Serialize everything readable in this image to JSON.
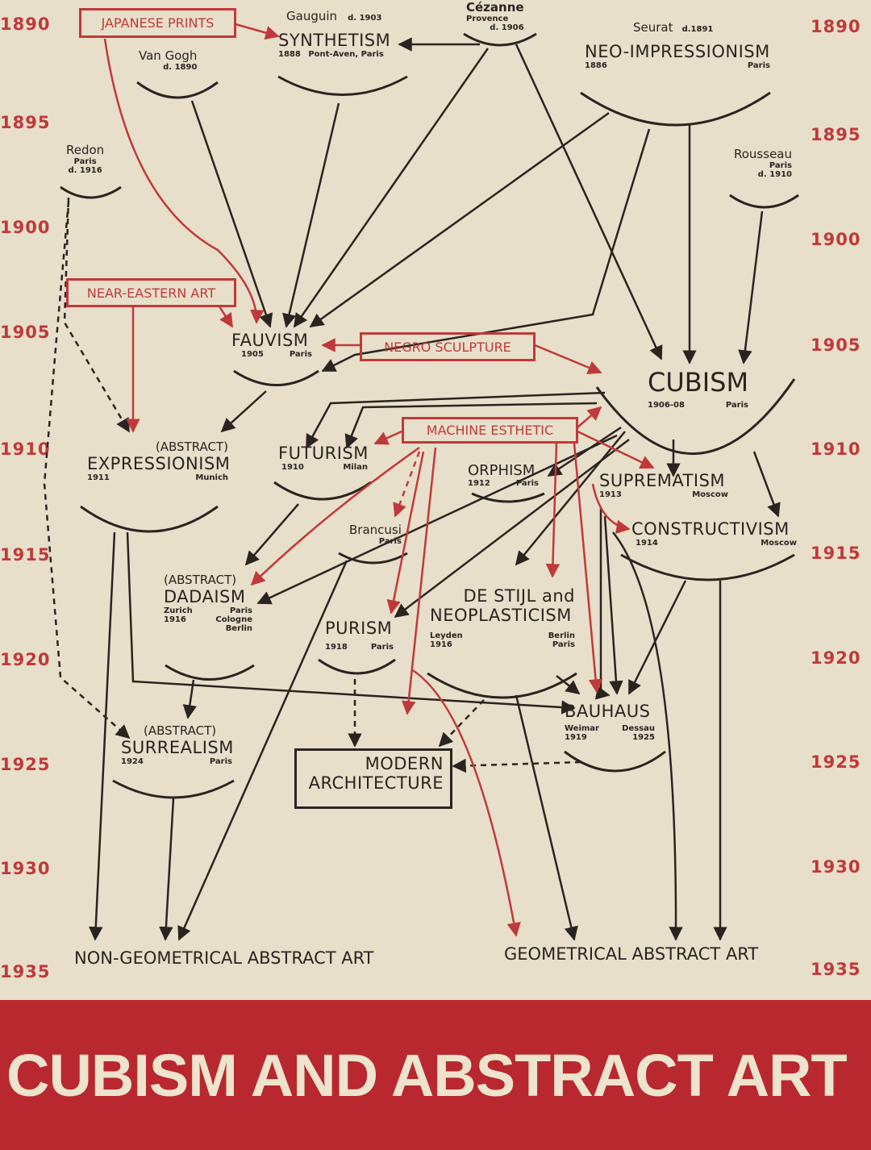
{
  "years_left": [
    "1890",
    "1895",
    "1900",
    "1905",
    "1910",
    "1915",
    "1920",
    "1925",
    "1930",
    "1935"
  ],
  "years_right": [
    "1890",
    "1895",
    "1900",
    "1905",
    "1910",
    "1915",
    "1920",
    "1925",
    "1930",
    "1935"
  ],
  "sources": {
    "japanese_prints": "JAPANESE PRINTS",
    "near_eastern_art": "NEAR-EASTERN ART",
    "negro_sculpture": "NEGRO SCULPTURE",
    "machine_esthetic": "MACHINE ESTHETIC"
  },
  "artists": {
    "van_gogh": {
      "name": "Van Gogh",
      "note": "d. 1890"
    },
    "gauguin": {
      "name": "Gauguin",
      "note": "d. 1903"
    },
    "cezanne": {
      "name": "Cézanne",
      "place": "Provence",
      "note": "d. 1906"
    },
    "seurat": {
      "name": "Seurat",
      "note": "d.1891"
    },
    "redon": {
      "name": "Redon",
      "place": "Paris",
      "note": "d. 1916"
    },
    "rousseau": {
      "name": "Rousseau",
      "place": "Paris",
      "note": "d. 1910"
    },
    "brancusi": {
      "name": "Brancusi",
      "place": "Paris"
    }
  },
  "movements": {
    "synthetism": {
      "name": "SYNTHETISM",
      "year": "1888",
      "place": "Pont-Aven, Paris"
    },
    "neo_impressionism": {
      "name": "NEO-IMPRESSIONISM",
      "year": "1886",
      "place": "Paris"
    },
    "fauvism": {
      "name": "FAUVISM",
      "year": "1905",
      "place": "Paris"
    },
    "cubism": {
      "name": "CUBISM",
      "year": "1906-08",
      "place": "Paris"
    },
    "expressionism": {
      "prefix": "(ABSTRACT)",
      "name": "EXPRESSIONISM",
      "year": "1911",
      "place": "Munich"
    },
    "futurism": {
      "name": "FUTURISM",
      "year": "1910",
      "place": "Milan"
    },
    "orphism": {
      "name": "ORPHISM",
      "year": "1912",
      "place": "Paris"
    },
    "suprematism": {
      "name": "SUPREMATISM",
      "year": "1913",
      "place": "Moscow"
    },
    "constructivism": {
      "name": "CONSTRUCTIVISM",
      "year": "1914",
      "place": "Moscow"
    },
    "dadaism": {
      "prefix": "(ABSTRACT)",
      "name": "DADAISM",
      "place1": "Zurich",
      "place2": "Paris",
      "year": "1916",
      "place3": "Cologne",
      "place4": "Berlin"
    },
    "purism": {
      "name": "PURISM",
      "year": "1918",
      "place": "Paris"
    },
    "de_stijl": {
      "name1": "DE STIJL and",
      "name2": "NEOPLASTICISM",
      "place1": "Leyden",
      "year": "1916",
      "place2": "Berlin",
      "place3": "Paris"
    },
    "bauhaus": {
      "name": "BAUHAUS",
      "place1": "Weimar",
      "year1": "1919",
      "place2": "Dessau",
      "year2": "1925"
    },
    "surrealism": {
      "prefix": "(ABSTRACT)",
      "name": "SURREALISM",
      "year": "1924",
      "place": "Paris"
    },
    "modern_architecture": {
      "name1": "MODERN",
      "name2": "ARCHITECTURE"
    }
  },
  "outcomes": {
    "non_geometrical": "NON-GEOMETRICAL ABSTRACT ART",
    "geometrical": "GEOMETRICAL ABSTRACT ART"
  },
  "banner": {
    "title": "CUBISM AND ABSTRACT ART"
  },
  "colors": {
    "red": "#c0393a",
    "ink": "#2a2420",
    "paper": "#e8dfca",
    "banner": "#b8282e"
  }
}
